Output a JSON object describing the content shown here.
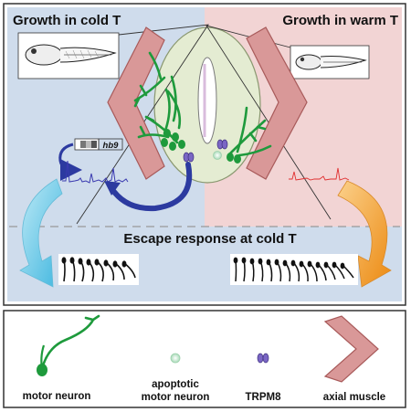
{
  "panel": {
    "left_title": "Growth in cold T",
    "right_title": "Growth in warm T",
    "bottom_title": "Escape response at cold T",
    "gene_label": "hb9"
  },
  "legend": {
    "motor_neuron": "motor neuron",
    "apoptotic_line1": "apoptotic",
    "apoptotic_line2": "motor neuron",
    "trpm8": "TRPM8",
    "axial_muscle": "axial muscle"
  },
  "colors": {
    "cold_bg": "#cfdcec",
    "warm_bg": "#f2d4d4",
    "muscle_fill": "#d99898",
    "muscle_stroke": "#a85a5a",
    "neuron_green": "#1e9a3c",
    "apoptotic_green": "#b8e0c4",
    "trpm8_purple": "#7a66c4",
    "cold_trace": "#3b3bb0",
    "warm_trace": "#e03030",
    "cyan_arrow": "#5fc8e6",
    "orange_arrow": "#f0941e",
    "curved_arrow": "#2c3aa0"
  }
}
